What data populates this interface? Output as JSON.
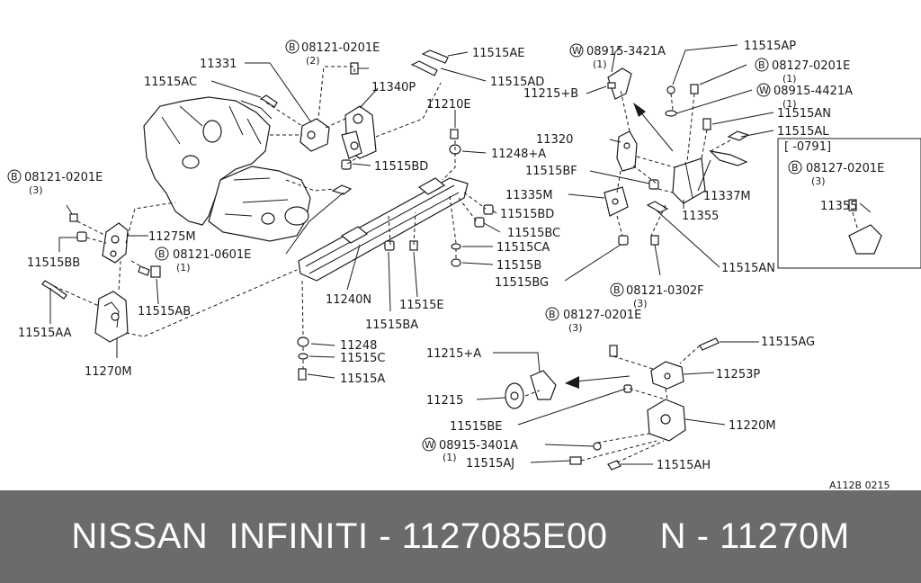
{
  "highlight_label": "11270M",
  "footer": {
    "brand": "NISSAN  INFINITI",
    "separator": " - ",
    "part_number": "1127085E00",
    "gap": "     ",
    "ref_prefix": "N - ",
    "ref_code": "11270M"
  },
  "diagram_code": "A112B 0215",
  "inset_label": "[      -0791]",
  "labels": {
    "l_08121_0201E_2": "08121-0201E",
    "q_2": "(2)",
    "l_11515AE": "11515AE",
    "l_11515AD": "11515AD",
    "l_11331": "11331",
    "l_11515AC": "11515AC",
    "l_11340P": "11340P",
    "l_11210E": "11210E",
    "l_11248A": "11248+A",
    "l_11515BD_1": "11515BD",
    "l_08121_0201E_3": "08121-0201E",
    "q_3a": "(3)",
    "l_11275M": "11275M",
    "l_08121_0601E": "08121-0601E",
    "q_1a": "(1)",
    "l_11515BB": "11515BB",
    "l_11515AB": "11515AB",
    "l_11515AA": "11515AA",
    "l_11240N": "11240N",
    "l_11515E": "11515E",
    "l_11515BA": "11515BA",
    "l_11248": "11248",
    "l_11515C": "11515C",
    "l_11515A": "11515A",
    "l_08915_3421A": "08915-3421A",
    "q_1b": "(1)",
    "l_11515AP": "11515AP",
    "l_08127_0201E_1": "08127-0201E",
    "q_1c": "(1)",
    "l_11215B": "11215+B",
    "l_08915_4421A": "08915-4421A",
    "q_1d": "(1)",
    "l_11515AN_1": "11515AN",
    "l_11515AL": "11515AL",
    "l_11320": "11320",
    "l_11515BF": "11515BF",
    "l_11335M": "11335M",
    "l_11337M": "11337M",
    "l_11355_1": "11355",
    "l_11515BD_2": "11515BD",
    "l_11515BC": "11515BC",
    "l_11515CA": "11515CA",
    "l_11515B": "11515B",
    "l_11515BG": "11515BG",
    "l_11515AN_2": "11515AN",
    "l_08121_0302F": "08121-0302F",
    "q_3b": "(3)",
    "l_08127_0201E_3": "08127-0201E",
    "q_3c": "(3)",
    "l_08127_0201E_i": "08127-0201E",
    "q_3d": "(3)",
    "l_11355_2": "11355",
    "l_11215A": "11215+A",
    "l_11515AG": "11515AG",
    "l_11253P": "11253P",
    "l_11215": "11215",
    "l_11515BE": "11515BE",
    "l_11220M": "11220M",
    "l_08915_3401A": "08915-3401A",
    "q_1e": "(1)",
    "l_11515AJ": "11515AJ",
    "l_11515AH": "11515AH"
  },
  "prefixes": {
    "b": "B",
    "w": "W"
  }
}
